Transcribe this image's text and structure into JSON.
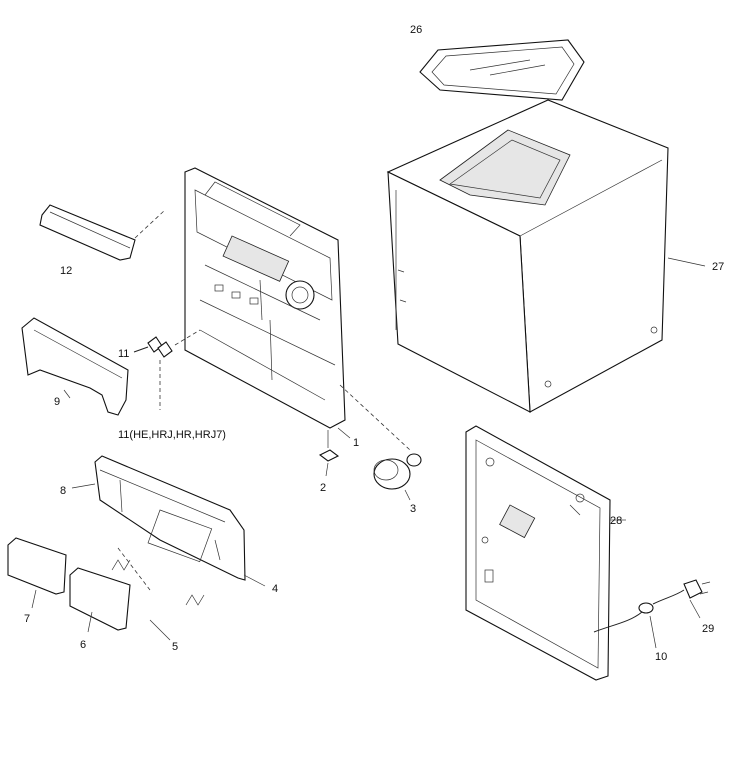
{
  "labels": {
    "l1": "1",
    "l2": "2",
    "l3": "3",
    "l4": "4",
    "l5": "5",
    "l6": "6",
    "l7": "7",
    "l8": "8",
    "l9": "9",
    "l10": "10",
    "l11": "11",
    "l11v": "11(HE,HRJ,HR,HRJ7)",
    "l12": "12",
    "l26": "26",
    "l27": "27",
    "l28": "28",
    "l29": "29"
  }
}
